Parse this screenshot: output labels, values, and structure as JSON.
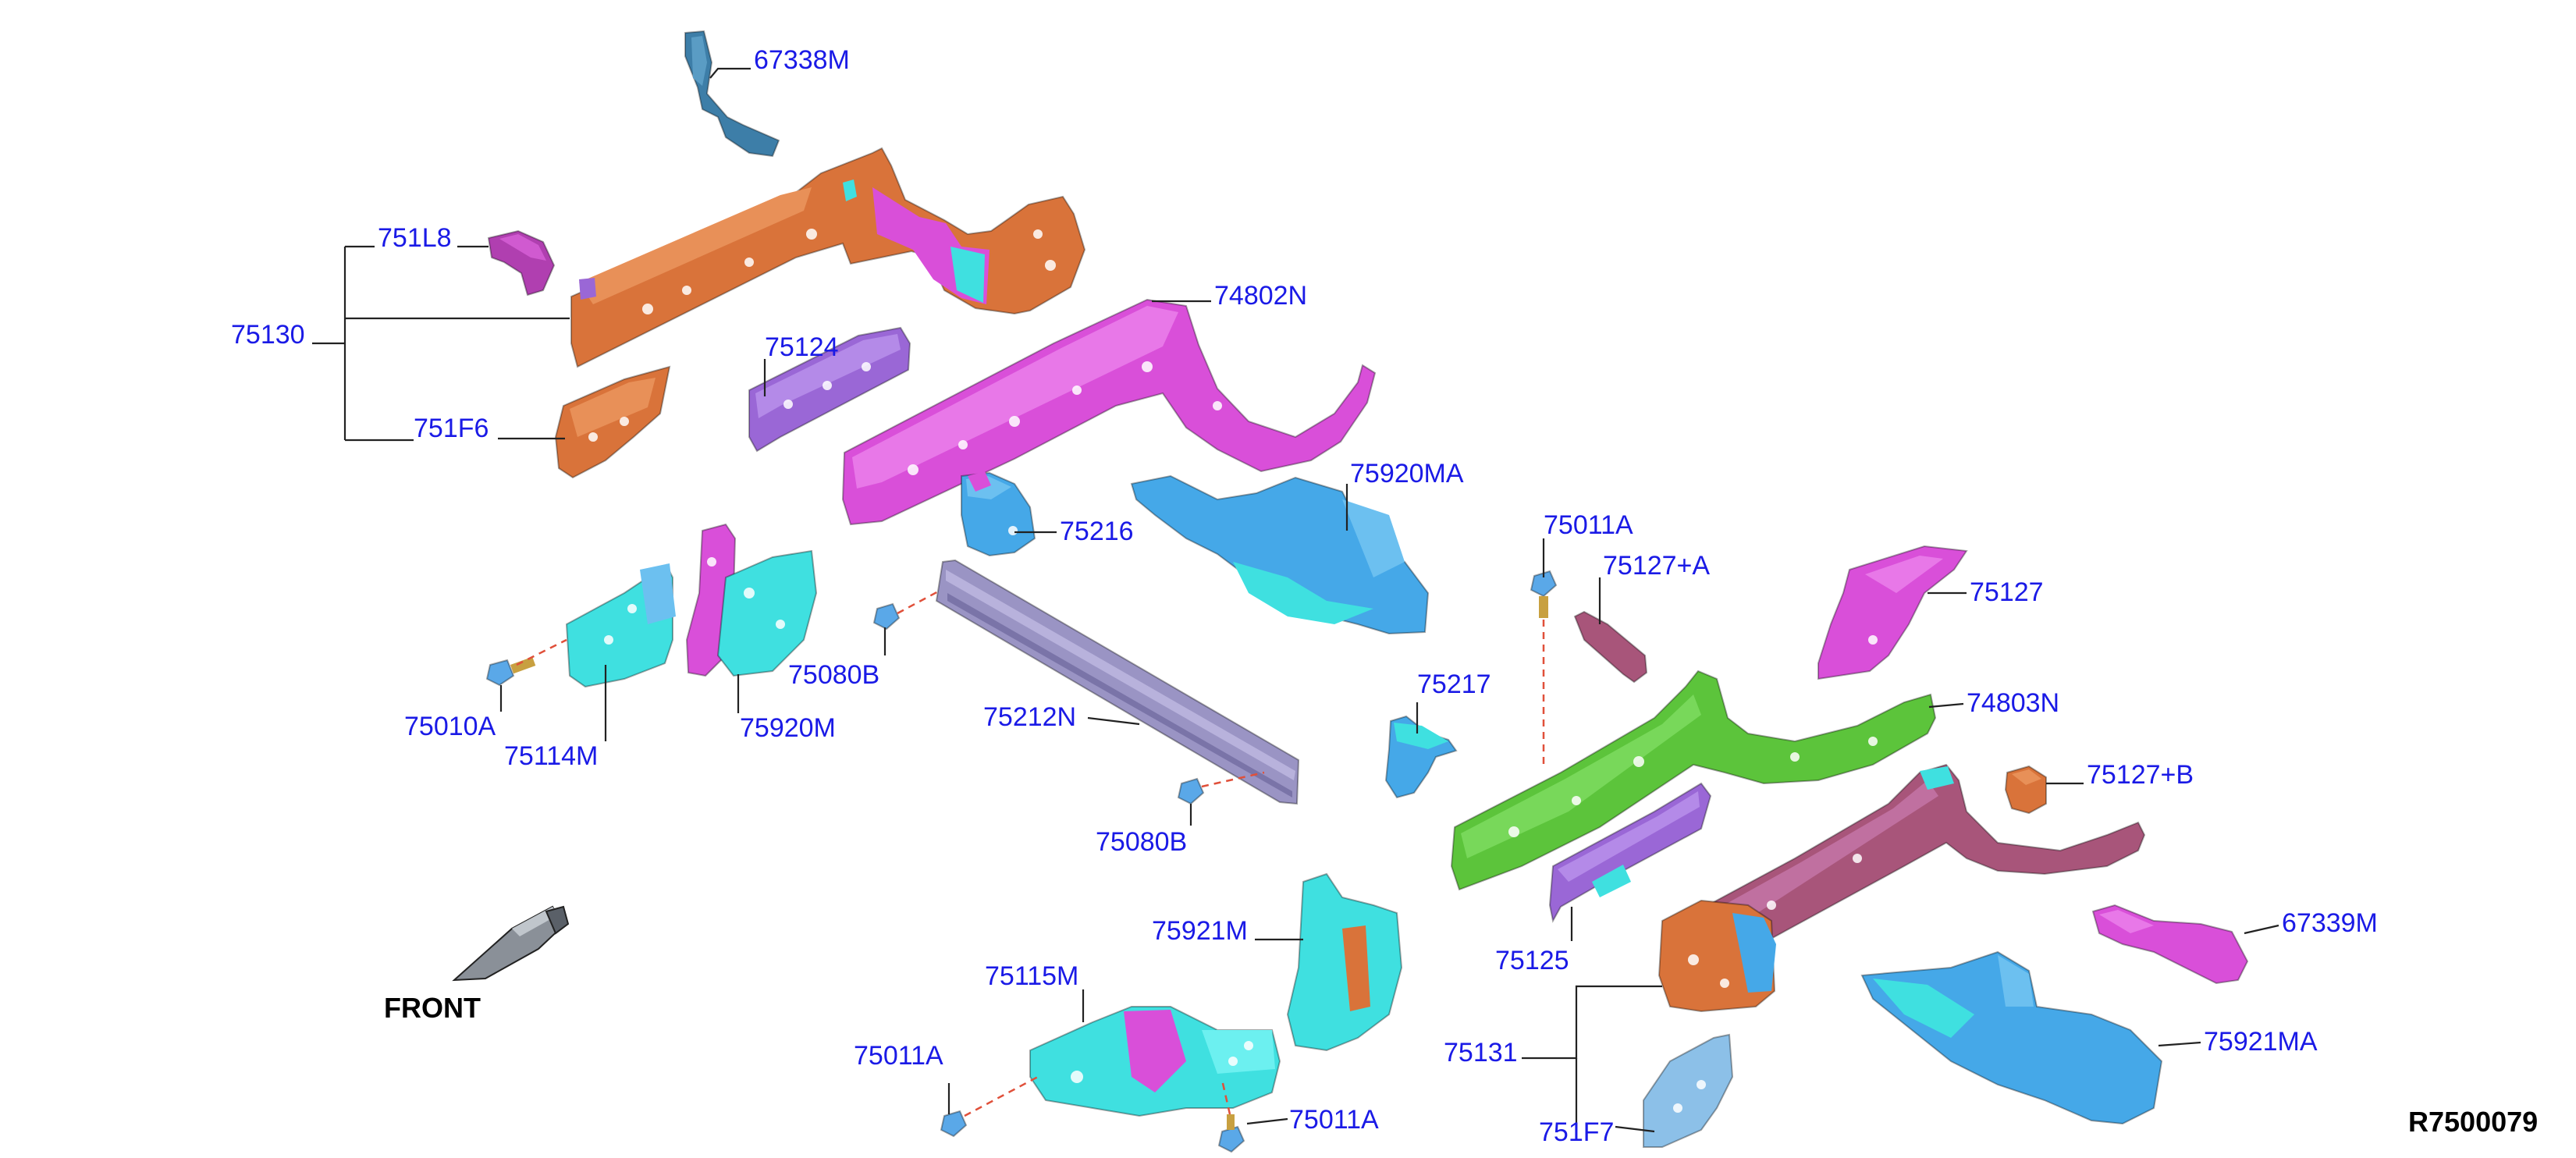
{
  "diagram_id": "R7500079",
  "front_label": "FRONT",
  "colors": {
    "label_blue": "#1a1ae6",
    "orange": "#d9733a",
    "magenta": "#d94fd9",
    "purple": "#9a67d6",
    "cyan": "#3fe0e0",
    "sky": "#45a8e8",
    "green": "#5cc43b",
    "mauve": "#a8557a",
    "lavender": "#9a94c4",
    "steel": "#3d7ea8",
    "bolt": "#5aa8e8",
    "dash": "#e0503a"
  },
  "callouts": [
    {
      "key": "p67338M",
      "text": "67338M"
    },
    {
      "key": "p751L8",
      "text": "751L8"
    },
    {
      "key": "p75130",
      "text": "75130"
    },
    {
      "key": "p751F6",
      "text": "751F6"
    },
    {
      "key": "p75124",
      "text": "75124"
    },
    {
      "key": "p74802N",
      "text": "74802N"
    },
    {
      "key": "p75920MA",
      "text": "75920MA"
    },
    {
      "key": "p75216",
      "text": "75216"
    },
    {
      "key": "p75080B_a",
      "text": "75080B"
    },
    {
      "key": "p75010A",
      "text": "75010A"
    },
    {
      "key": "p75114M",
      "text": "75114M"
    },
    {
      "key": "p75920M",
      "text": "75920M"
    },
    {
      "key": "p75212N",
      "text": "75212N"
    },
    {
      "key": "p75080B_b",
      "text": "75080B"
    },
    {
      "key": "p75011A_a",
      "text": "75011A"
    },
    {
      "key": "p75127A",
      "text": "75127+A"
    },
    {
      "key": "p75127",
      "text": "75127"
    },
    {
      "key": "p74803N",
      "text": "74803N"
    },
    {
      "key": "p75217",
      "text": "75217"
    },
    {
      "key": "p75127B",
      "text": "75127+B"
    },
    {
      "key": "p67339M",
      "text": "67339M"
    },
    {
      "key": "p75125",
      "text": "75125"
    },
    {
      "key": "p75921M",
      "text": "75921M"
    },
    {
      "key": "p75115M",
      "text": "75115M"
    },
    {
      "key": "p75011A_b",
      "text": "75011A"
    },
    {
      "key": "p75011A_c",
      "text": "75011A"
    },
    {
      "key": "p75131",
      "text": "75131"
    },
    {
      "key": "p75921MA",
      "text": "75921MA"
    },
    {
      "key": "p751F7",
      "text": "751F7"
    }
  ]
}
